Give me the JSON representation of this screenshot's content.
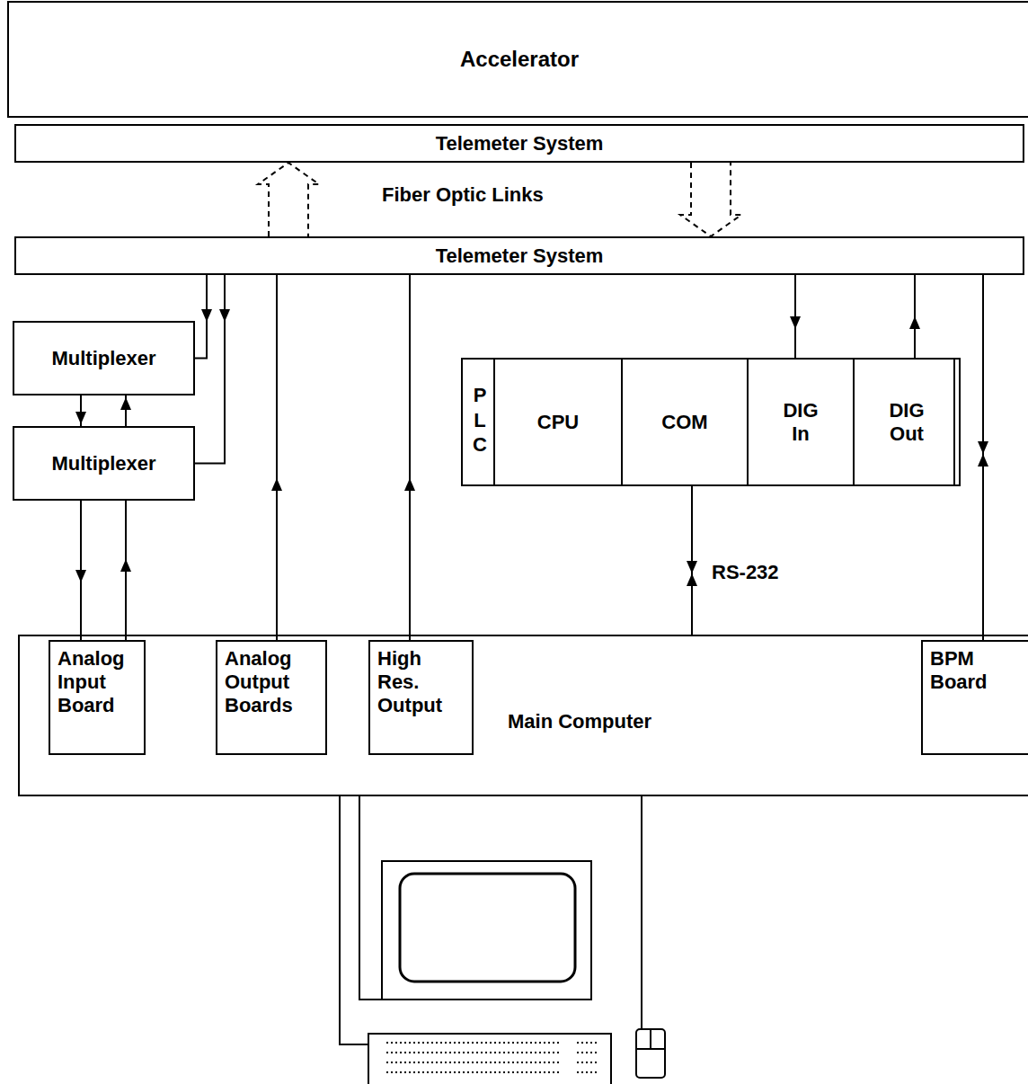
{
  "diagram": {
    "nodes": [
      {
        "text": [
          "Accelerator"
        ]
      },
      {
        "text": [
          "Telemeter System"
        ]
      },
      {
        "text": [
          "Telemeter System"
        ]
      },
      {
        "text": [
          "Multiplexer"
        ]
      },
      {
        "text": [
          "Multiplexer"
        ]
      },
      {
        "text": [
          "PLC"
        ]
      },
      {
        "text": [
          "CPU"
        ],
        "in": 5
      },
      {
        "text": [
          "COM"
        ],
        "in": 5
      },
      {
        "text": [
          "DIG In"
        ],
        "in": 5
      },
      {
        "text": [
          "DIG Out"
        ],
        "in": 5
      },
      {
        "text": [
          "Main Computer"
        ]
      },
      {
        "text": [
          "Analog Input Board"
        ],
        "in": 10
      },
      {
        "text": [
          "Analog Output Boards"
        ],
        "in": 10
      },
      {
        "text": [
          "High Res. Output"
        ],
        "in": 10
      },
      {
        "text": [
          "BPM Board"
        ],
        "in": 10
      }
    ],
    "edges": [
      {
        "from": 2,
        "to": 1,
        "arrow": "to"
      },
      {
        "from": 1,
        "to": 2,
        "arrow": "to"
      },
      {
        "from": 2,
        "to": 3,
        "arrow": "to"
      },
      {
        "from": 2,
        "to": 4,
        "arrow": "to"
      },
      {
        "from": 3,
        "to": 4,
        "arrow": "to"
      },
      {
        "from": 4,
        "to": 3,
        "arrow": "to"
      },
      {
        "from": 4,
        "to": 11,
        "arrow": "to"
      },
      {
        "from": 11,
        "to": 4,
        "arrow": "to"
      },
      {
        "from": 12,
        "to": 2,
        "arrow": "to"
      },
      {
        "from": 13,
        "to": 2,
        "arrow": "to"
      },
      {
        "from": 2,
        "to": 8,
        "arrow": "to"
      },
      {
        "from": 9,
        "to": 2,
        "arrow": "to"
      },
      {
        "from": 14,
        "to": 2,
        "arrow": "both"
      },
      {
        "from": 7,
        "to": 10,
        "label": "RS-232",
        "arrow": "both"
      }
    ],
    "labels": [
      "Fiber Optic Links"
    ]
  }
}
